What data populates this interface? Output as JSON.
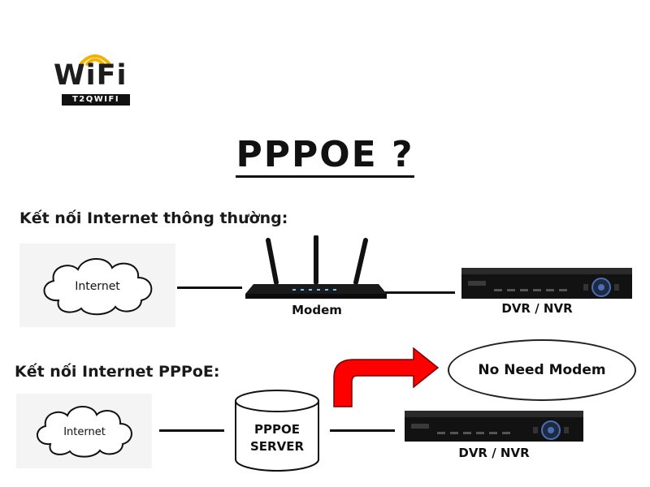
{
  "logo": {
    "word": "WiFi",
    "tagline": "T2QWIFI"
  },
  "title": "PPPOE ?",
  "normal_connection": {
    "heading": "Kết nối Internet thông thường:",
    "cloud_label": "Internet",
    "modem_label": "Modem",
    "recorder_label": "DVR / NVR"
  },
  "pppoe_connection": {
    "heading": "Kết nối Internet PPPoE:",
    "cloud_label": "Internet",
    "server_label_line1": "PPPOE",
    "server_label_line2": "SERVER",
    "recorder_label": "DVR / NVR",
    "callout": "No Need Modem"
  },
  "colors": {
    "arrow": "#ff0000",
    "logo_accent": "#f2b200",
    "panel_bg": "#f4f4f4"
  }
}
